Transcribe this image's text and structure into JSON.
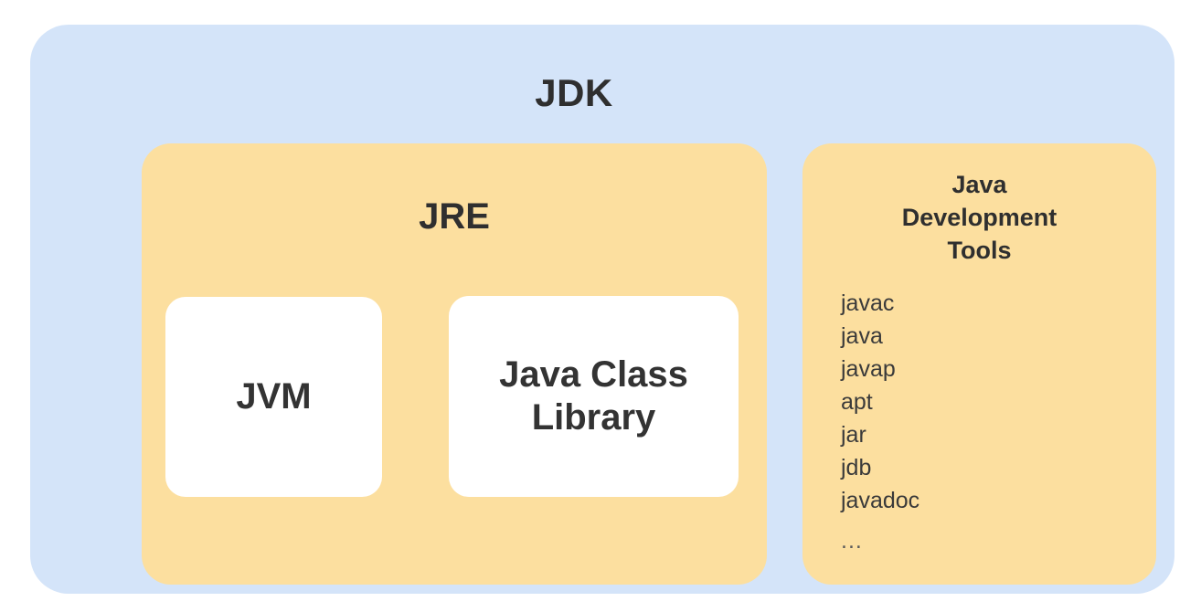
{
  "diagram": {
    "title": "JDK",
    "colors": {
      "outer_container": "#d4e4f9",
      "inner_container": "#fcdf9f",
      "leaf_box": "#ffffff",
      "text": "#2f2f2f",
      "page_background": "#ffffff"
    },
    "jdk": {
      "label": "JDK",
      "jre": {
        "label": "JRE",
        "components": [
          {
            "label": "JVM"
          },
          {
            "label": "Java Class\nLibrary",
            "line1": "Java Class",
            "line2": "Library"
          }
        ]
      },
      "development_tools": {
        "label": "Java\nDevelopment\nTools",
        "label_line1": "Java",
        "label_line2": "Development",
        "label_line3": "Tools",
        "tools": [
          "javac",
          "java",
          "javap",
          "apt",
          "jar",
          "jdb",
          "javadoc"
        ],
        "more_indicator": "..."
      }
    }
  }
}
